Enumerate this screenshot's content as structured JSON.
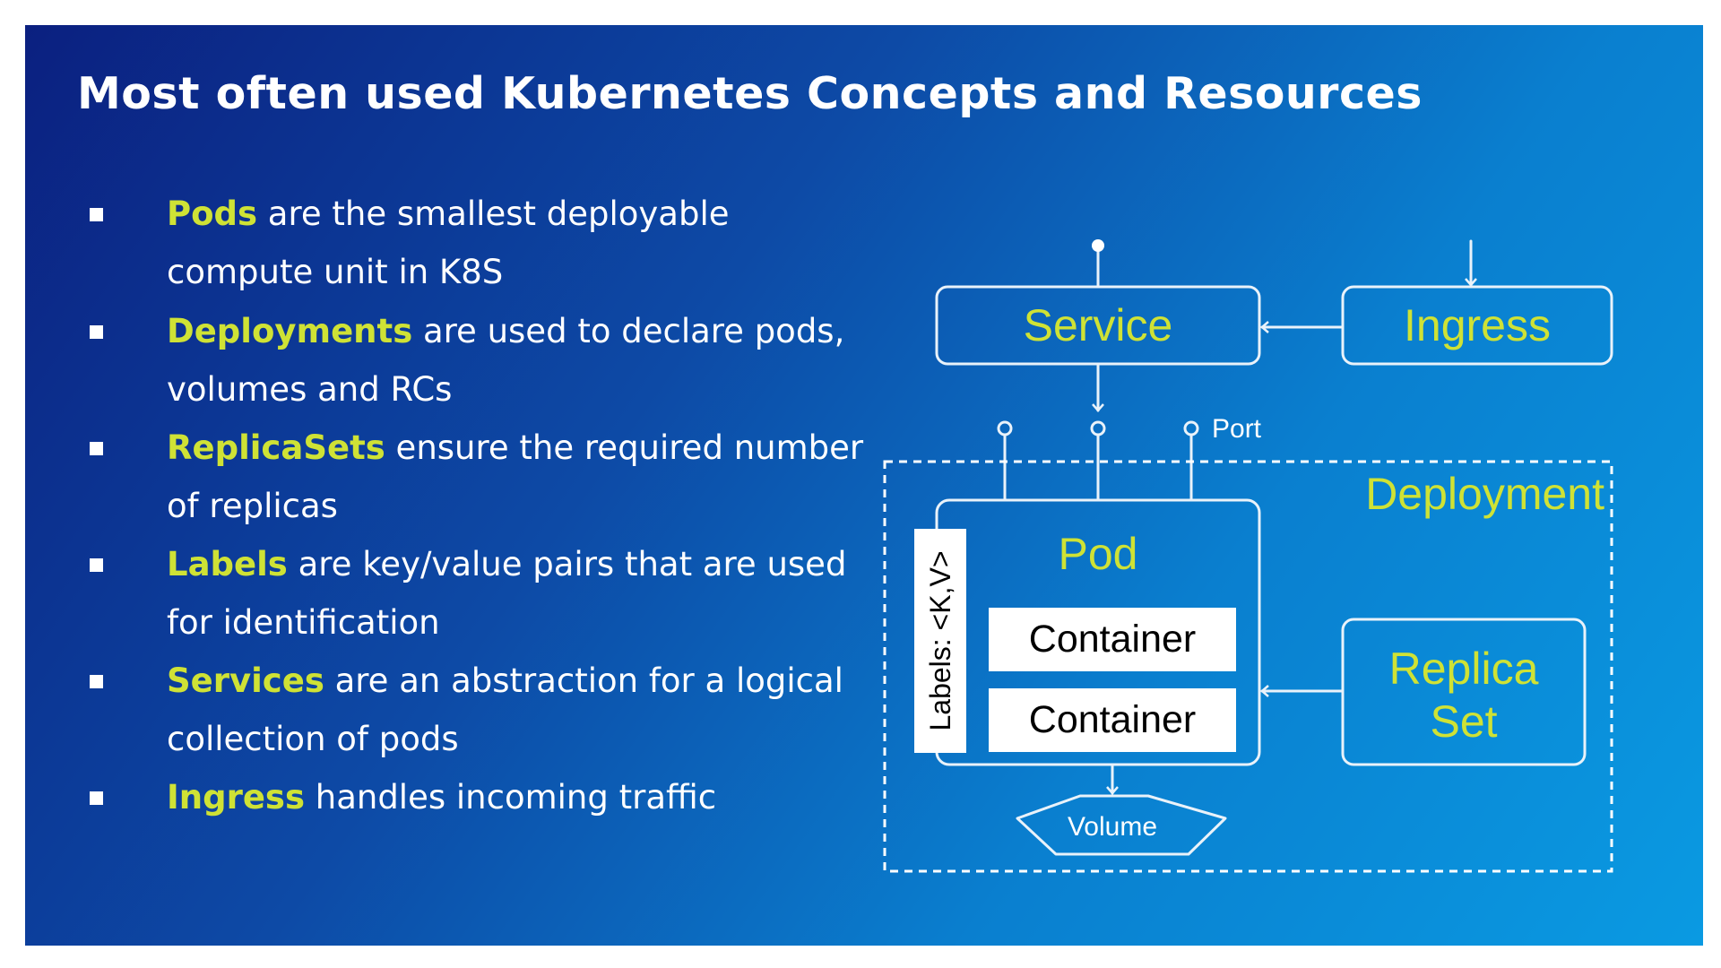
{
  "title": "Most often used Kubernetes Concepts and Resources",
  "bullets": [
    {
      "term": "Pods",
      "text": " are the smallest deployable compute unit in K8S"
    },
    {
      "term": "Deployments",
      "text": " are used to declare pods, volumes and RCs"
    },
    {
      "term": "ReplicaSets",
      "text": " ensure the required number of replicas"
    },
    {
      "term": "Labels",
      "text": " are key/value pairs that are used for identification"
    },
    {
      "term": "Services",
      "text": " are an abstraction for a logical collection of pods"
    },
    {
      "term": "Ingress",
      "text": " handles incoming traffic"
    }
  ],
  "diagram": {
    "service": "Service",
    "ingress": "Ingress",
    "port": "Port",
    "deployment": "Deployment",
    "pod": "Pod",
    "labels": "Labels: <K,V>",
    "container_1": "Container",
    "container_2": "Container",
    "replica_set_line1": "Replica",
    "replica_set_line2": "Set",
    "volume": "Volume"
  },
  "colors": {
    "background_dark": "#0b2080",
    "background_light": "#0a9ae2",
    "accent": "#cfe235",
    "text": "#ffffff",
    "line": "#e9f2fa"
  }
}
